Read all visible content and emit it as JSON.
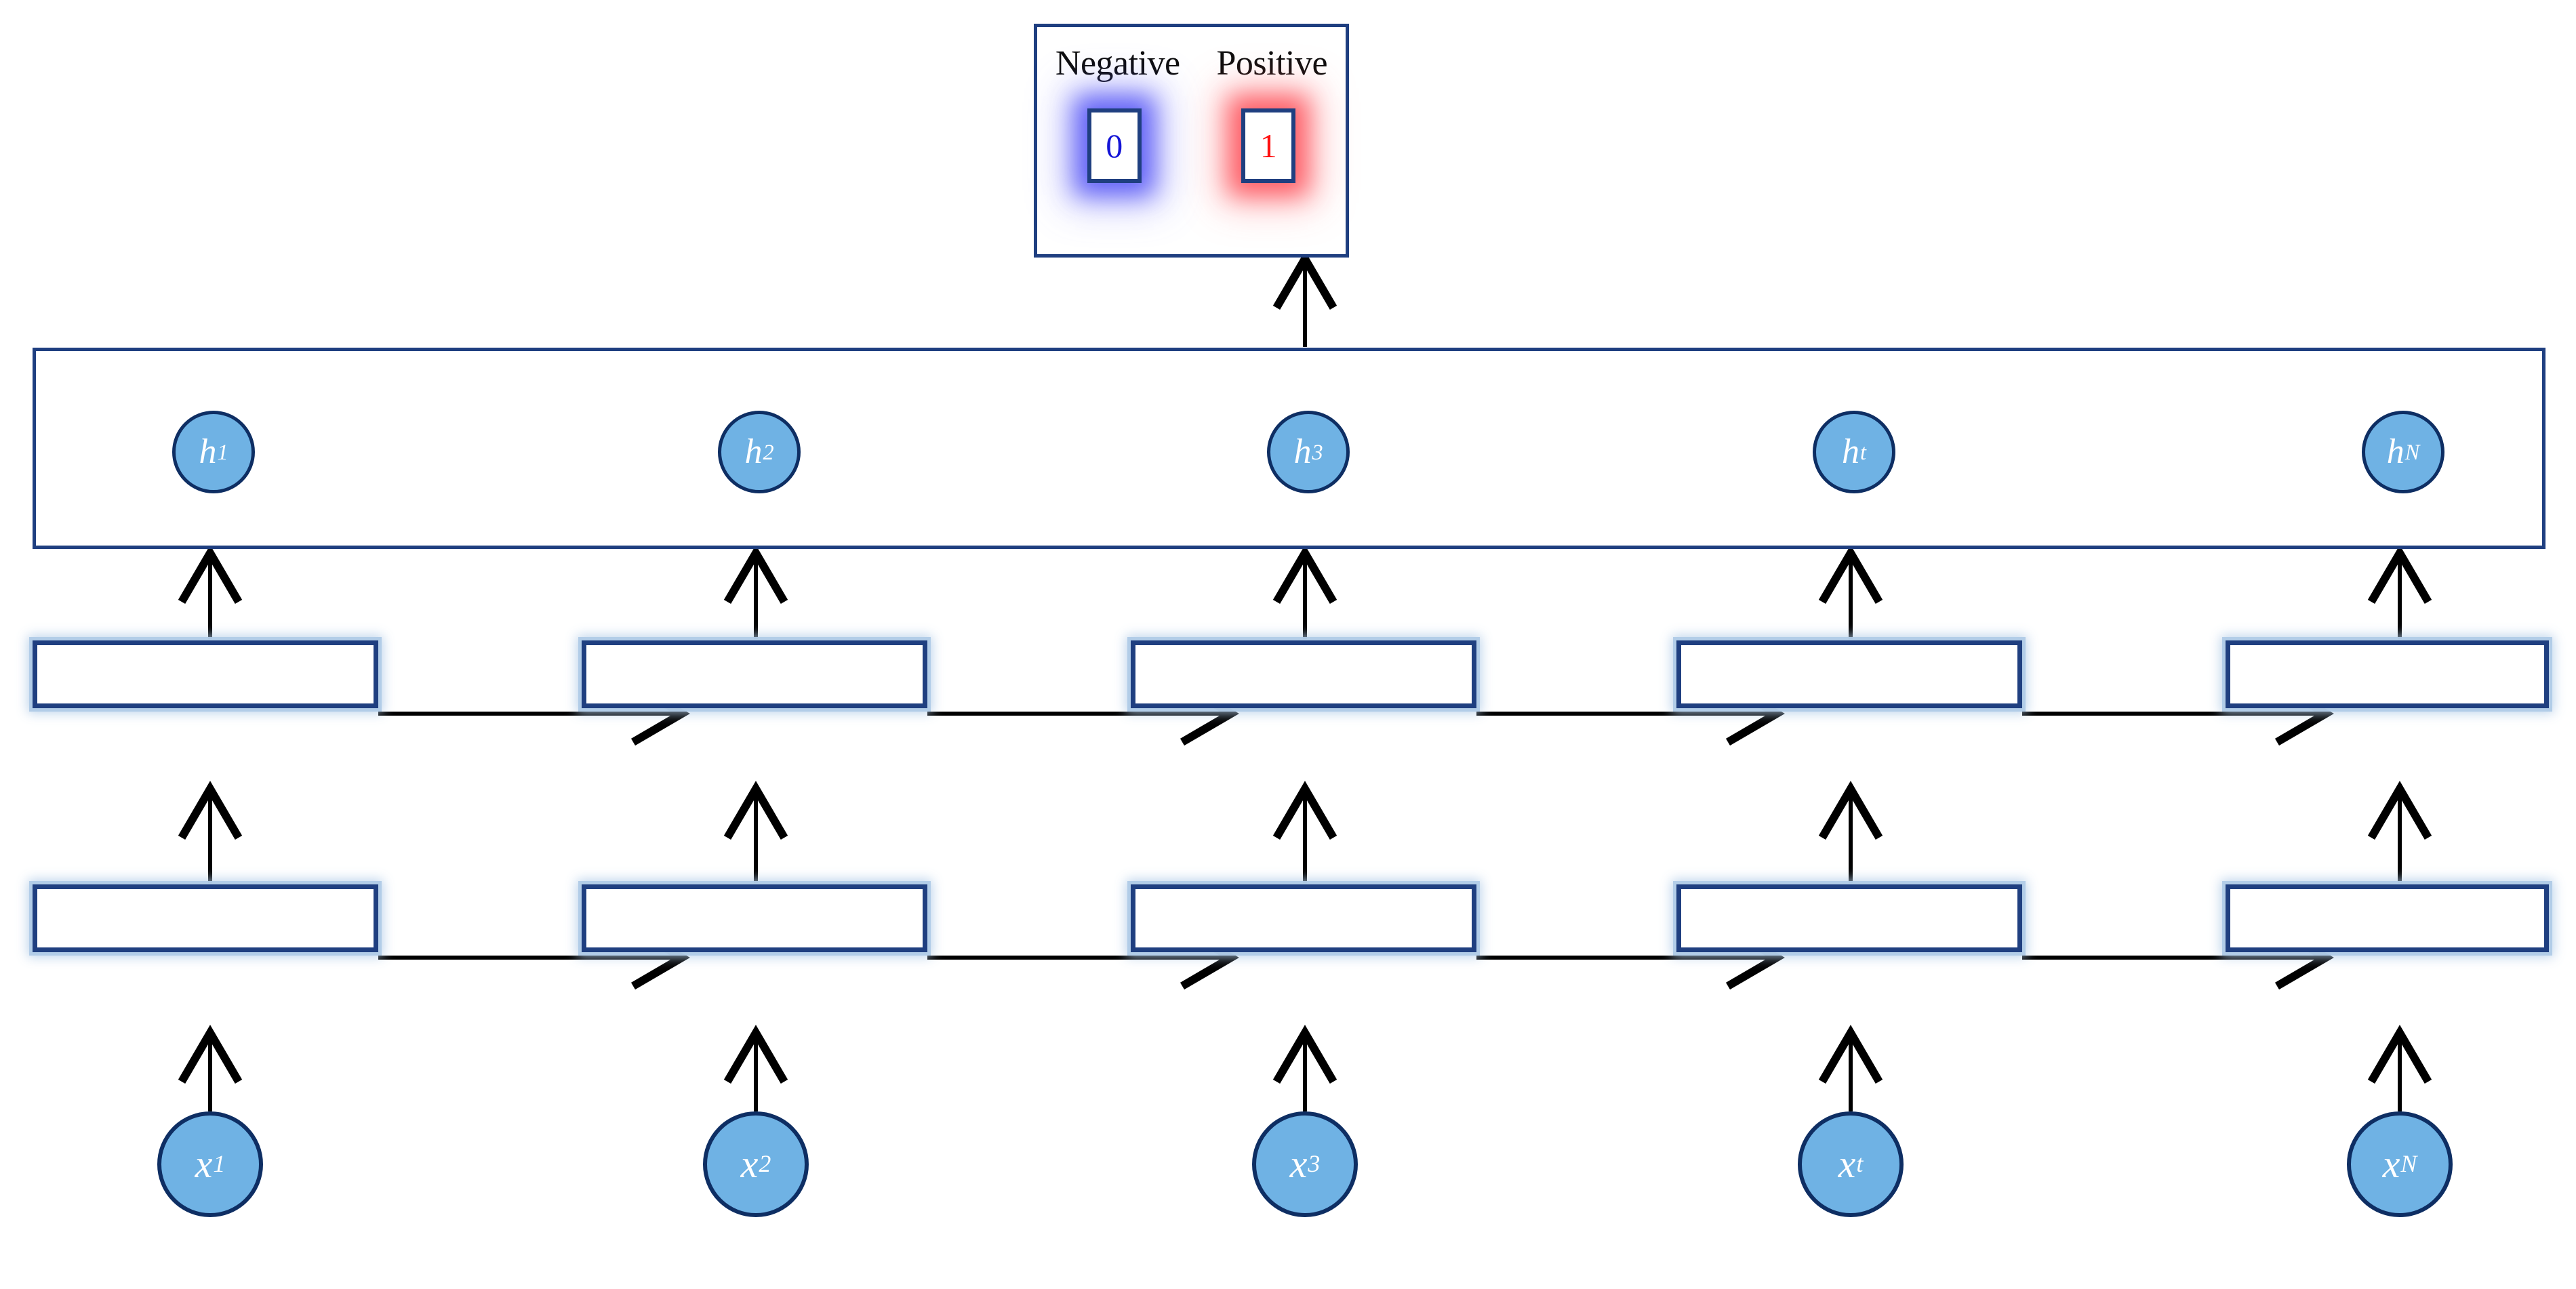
{
  "diagram": {
    "title": "Recurrent neural network sentiment classification architecture",
    "colors": {
      "node_fill": "#6FB2E4",
      "node_border": "#0E2E63",
      "box_border": "#1F3F80",
      "box_glow": "#B0CBE7",
      "negative_glow": "#4646F5",
      "positive_glow": "#FC4650",
      "negative_text": "#1414D6",
      "positive_text": "#FF1111",
      "arrow": "#000000",
      "background": "#FFFFFF"
    }
  },
  "output_panel": {
    "classes": [
      {
        "label": "Negative",
        "value": "0",
        "glow": "blue"
      },
      {
        "label": "Positive",
        "value": "1",
        "glow": "red"
      }
    ]
  },
  "hidden_layer": {
    "nodes": [
      {
        "base": "h",
        "sub": "1"
      },
      {
        "base": "h",
        "sub": "2"
      },
      {
        "base": "h",
        "sub": "3"
      },
      {
        "base": "h",
        "sub": "t"
      },
      {
        "base": "h",
        "sub": "N"
      }
    ]
  },
  "recurrent_layers": {
    "upper_cells": [
      "",
      "",
      "",
      "",
      ""
    ],
    "lower_cells": [
      "",
      "",
      "",
      "",
      ""
    ]
  },
  "input_layer": {
    "nodes": [
      {
        "base": "x",
        "sub": "1"
      },
      {
        "base": "x",
        "sub": "2"
      },
      {
        "base": "x",
        "sub": "3"
      },
      {
        "base": "x",
        "sub": "t"
      },
      {
        "base": "x",
        "sub": "N"
      }
    ]
  },
  "layout": {
    "columns_x": [
      310,
      1115,
      1925,
      2730,
      3540
    ],
    "output_arrow_column": 2
  }
}
